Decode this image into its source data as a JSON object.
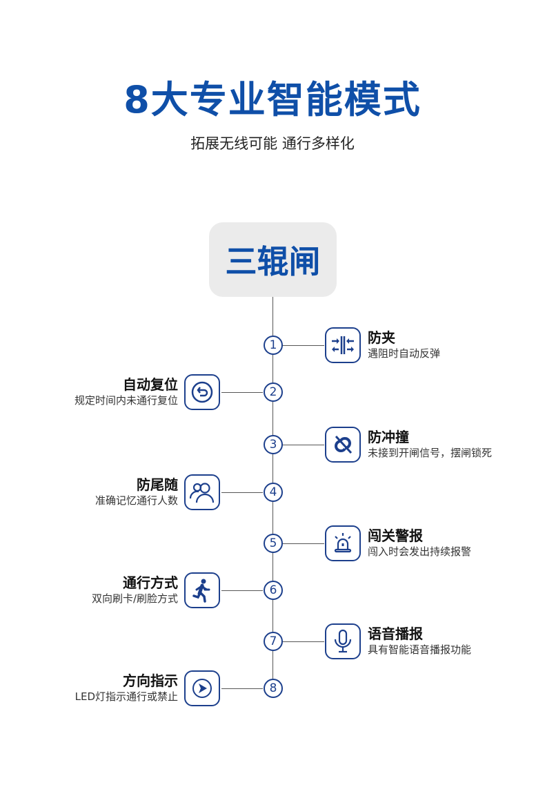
{
  "header": {
    "title": "8大专业智能模式",
    "subtitle": "拓展无线可能 通行多样化"
  },
  "product": "三辊闸",
  "colors": {
    "accent": "#0f4fa8",
    "icon": "#1c3f8c",
    "product_bg": "#ebebeb"
  },
  "items": [
    {
      "num": "1",
      "title": "防夹",
      "desc": "遇阻时自动反弹",
      "icon": "anti-pinch-icon",
      "side": "right"
    },
    {
      "num": "2",
      "title": "自动复位",
      "desc": "规定时间内未通行复位",
      "icon": "reset-icon",
      "side": "left"
    },
    {
      "num": "3",
      "title": "防冲撞",
      "desc": "未接到开闸信号，摆闸锁死",
      "icon": "unlink-icon",
      "side": "right"
    },
    {
      "num": "4",
      "title": "防尾随",
      "desc": "准确记忆通行人数",
      "icon": "people-icon",
      "side": "left"
    },
    {
      "num": "5",
      "title": "闯关警报",
      "desc": "闯入时会发出持续报警",
      "icon": "alarm-light-icon",
      "side": "right"
    },
    {
      "num": "6",
      "title": "通行方式",
      "desc": "双向刷卡/刷脸方式",
      "icon": "running-person-icon",
      "side": "left"
    },
    {
      "num": "7",
      "title": "语音播报",
      "desc": "具有智能语音播报功能",
      "icon": "microphone-icon",
      "side": "right"
    },
    {
      "num": "8",
      "title": "方向指示",
      "desc": "LED灯指示通行或禁止",
      "icon": "direction-arrow-icon",
      "side": "left"
    }
  ]
}
